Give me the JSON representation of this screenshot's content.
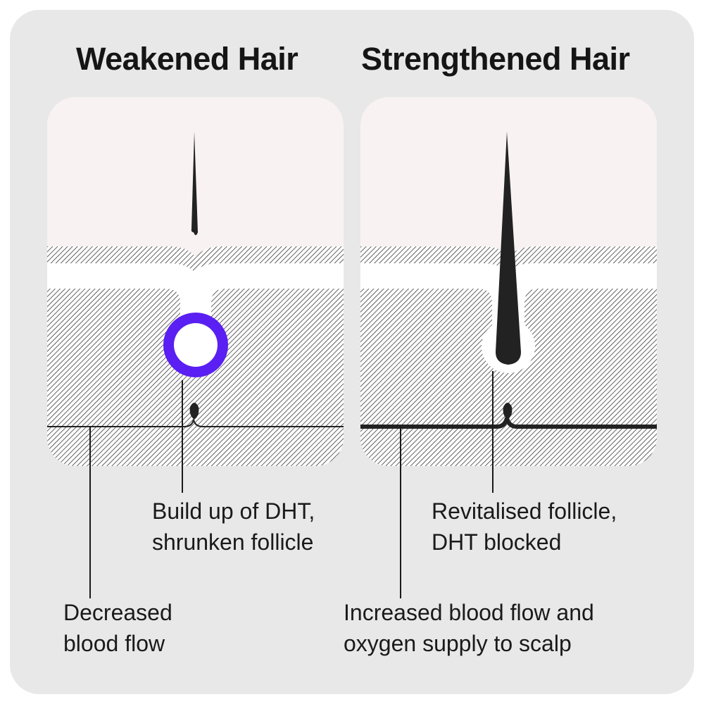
{
  "colors": {
    "background": "#e8e8e8",
    "skin": "#f8f2f2",
    "dht_ring": "#5a1ff2",
    "hair": "#222222"
  },
  "panels": {
    "weakened": {
      "title": "Weakened Hair",
      "follicle_label": [
        "Build up of DHT,",
        "shrunken follicle"
      ],
      "blood_label": [
        "Decreased",
        "blood flow"
      ]
    },
    "strengthened": {
      "title": "Strengthened Hair",
      "follicle_label": [
        "Revitalised follicle,",
        "DHT blocked"
      ],
      "blood_label": [
        "Increased blood flow and",
        "oxygen supply to scalp"
      ]
    }
  }
}
